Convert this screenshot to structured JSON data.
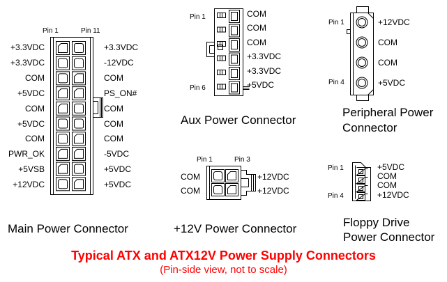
{
  "main": {
    "caption": "Main Power Connector",
    "pin_first": "Pin 1",
    "pin_last": "Pin 11",
    "left_labels": [
      "+3.3VDC",
      "+3.3VDC",
      "COM",
      "+5VDC",
      "COM",
      "+5VDC",
      "COM",
      "PWR_OK",
      "+5VSB",
      "+12VDC"
    ],
    "right_labels": [
      "+3.3VDC",
      "-12VDC",
      "COM",
      "PS_ON#",
      "COM",
      "COM",
      "COM",
      "-5VDC",
      "+5VDC",
      "+5VDC"
    ]
  },
  "aux": {
    "caption": "Aux Power Connector",
    "pin_first": "Pin 1",
    "pin_last": "Pin 6",
    "labels": [
      "COM",
      "COM",
      "COM",
      "+3.3VDC",
      "+3.3VDC",
      "+5VDC"
    ]
  },
  "peripheral": {
    "caption_line1": "Peripheral Power",
    "caption_line2": "Connector",
    "pin_first": "Pin 1",
    "pin_last": "Pin 4",
    "labels": [
      "+12VDC",
      "COM",
      "COM",
      "+5VDC"
    ]
  },
  "v12": {
    "caption": "+12V Power Connector",
    "pin_first": "Pin 1",
    "pin_last": "Pin 3",
    "left_labels": [
      "COM",
      "COM"
    ],
    "right_labels": [
      "+12VDC",
      "+12VDC"
    ]
  },
  "floppy": {
    "caption_line1": "Floppy Drive",
    "caption_line2": "Power Connector",
    "pin_first": "Pin 1",
    "pin_last": "Pin 4",
    "labels": [
      "+5VDC",
      "COM",
      "COM",
      "+12VDC"
    ]
  },
  "title": "Typical ATX and ATX12V Power Supply Connectors",
  "subtitle": "(Pin-side view, not to scale)",
  "colors": {
    "title": "#ff0000",
    "line": "#000000"
  }
}
